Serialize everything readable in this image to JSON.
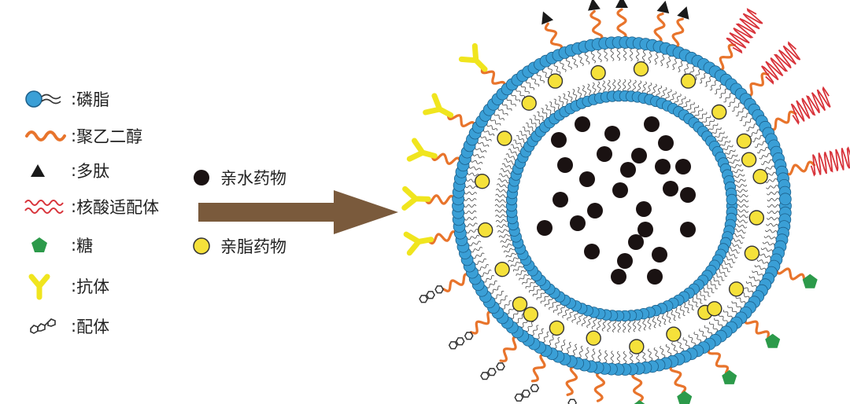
{
  "legend": {
    "separator": ":",
    "items": [
      {
        "key": "phospholipid",
        "label": "磷脂",
        "icon": "phospholipid-icon"
      },
      {
        "key": "peg",
        "label": "聚乙二醇",
        "icon": "peg-icon"
      },
      {
        "key": "peptide",
        "label": "多肽",
        "icon": "peptide-icon"
      },
      {
        "key": "aptamer",
        "label": "核酸适配体",
        "icon": "aptamer-icon"
      },
      {
        "key": "sugar",
        "label": "糖",
        "icon": "sugar-icon"
      },
      {
        "key": "antibody",
        "label": "抗体",
        "icon": "antibody-icon"
      },
      {
        "key": "ligand",
        "label": "配体",
        "icon": "ligand-icon"
      }
    ]
  },
  "drugs": {
    "hydrophilic": "亲水药物",
    "lipophilic": "亲脂药物"
  },
  "colors": {
    "phospholipid_head": "#3a9fd6",
    "phospholipid_stroke": "#1c5f8a",
    "peg": "#e8742c",
    "peptide": "#1a1a1a",
    "aptamer": "#d8333a",
    "sugar": "#2c9a4a",
    "antibody": "#f0e51e",
    "ligand": "#333333",
    "hydrophilic_drug": "#1a1212",
    "lipophilic_drug": "#f5e13a",
    "arrow": "#7a5a3c"
  }
}
